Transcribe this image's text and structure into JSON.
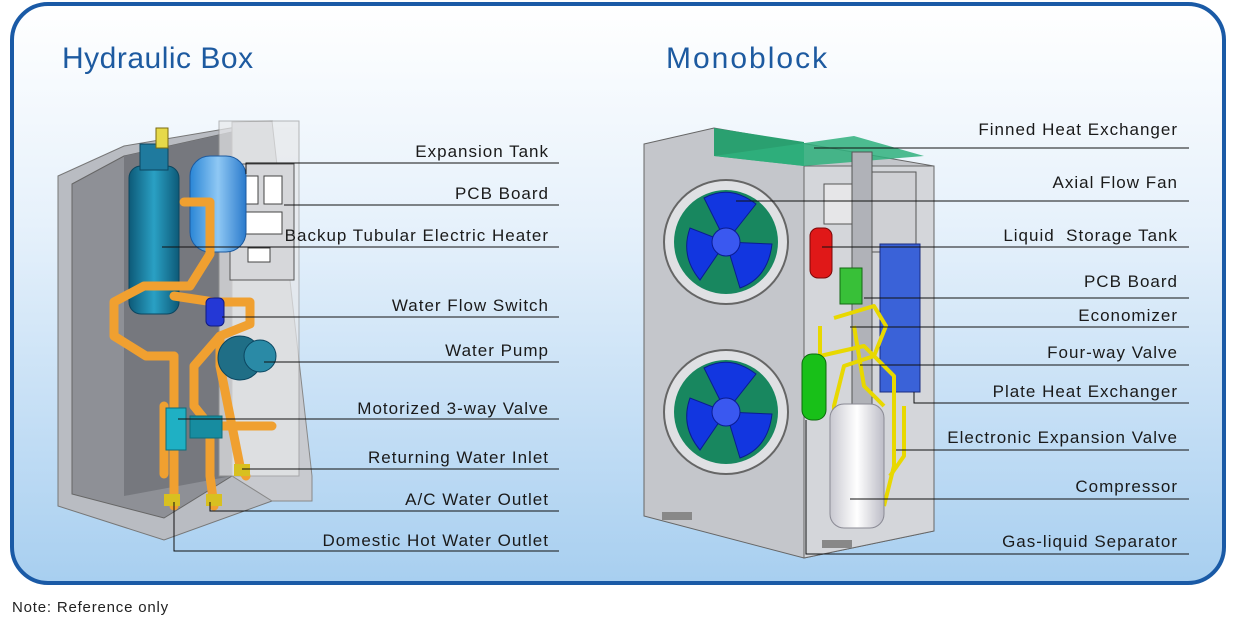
{
  "hydraulic_box": {
    "title": "Hydraulic Box",
    "labels": [
      "Expansion Tank",
      "PCB Board",
      "Backup Tubular Electric Heater",
      "Water Flow Switch",
      "Water Pump",
      "Motorized 3-way Valve",
      "Returning Water Inlet",
      "A/C Water Outlet",
      "Domestic Hot Water Outlet"
    ]
  },
  "monoblock": {
    "title": "Monoblock",
    "labels": [
      "Finned Heat Exchanger",
      "Axial Flow Fan",
      "Liquid  Storage Tank",
      "PCB Board",
      "Economizer",
      "Four-way Valve",
      "Plate Heat Exchanger",
      "Electronic Expansion Valve",
      "Compressor",
      "Gas-liquid Separator"
    ]
  },
  "note": "Note: Reference only",
  "colors": {
    "frame_border": "#1a5aa6",
    "title": "#1d5aa0",
    "pipe": "#f0a030",
    "tank": "#1f7a9e",
    "fan": "#1034d8",
    "fan_ring": "#1a7a5e",
    "refrigerant_pipe": "#e8d800",
    "liquid_tank": "#e01818",
    "separator": "#18c018"
  },
  "icons": [
    "axial-fan-icon"
  ]
}
